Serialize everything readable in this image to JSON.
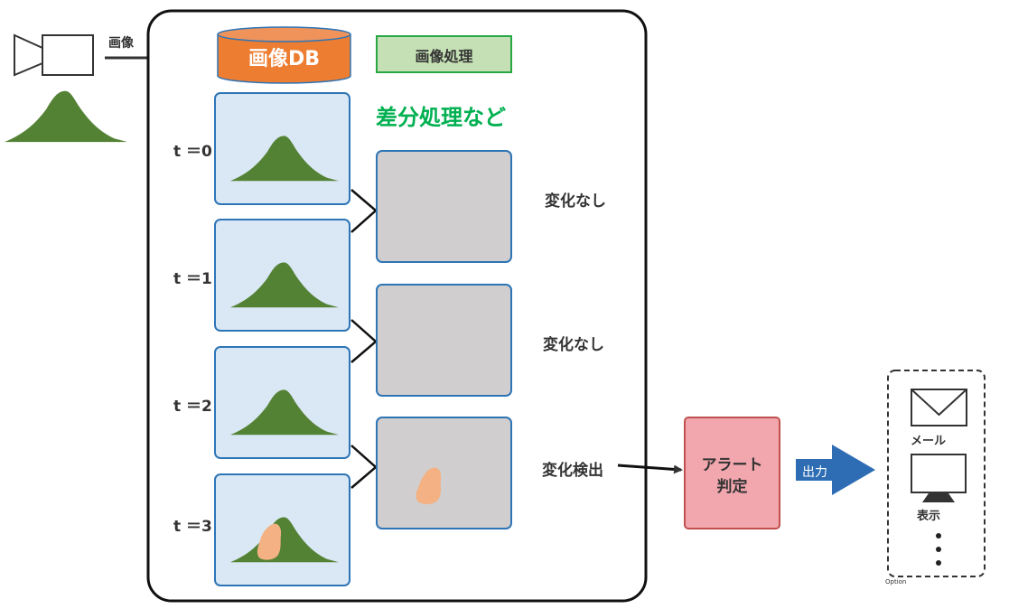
{
  "camera": {
    "arrow_label": "画像"
  },
  "db": {
    "label": "画像DB"
  },
  "processing": {
    "header": "画像処理",
    "subtitle": "差分処理など"
  },
  "frames": [
    {
      "time_label": "t ＝0",
      "has_change": false
    },
    {
      "time_label": "t ＝1",
      "has_change": false
    },
    {
      "time_label": "t ＝2",
      "has_change": false
    },
    {
      "time_label": "t ＝3",
      "has_change": true
    }
  ],
  "diffs": [
    {
      "result": "変化なし",
      "has_change": false
    },
    {
      "result": "変化なし",
      "has_change": false
    },
    {
      "result": "変化検出",
      "has_change": true
    }
  ],
  "alert": {
    "line1": "アラート",
    "line2": "判定"
  },
  "output": {
    "label": "出力"
  },
  "options": {
    "mail": "メール",
    "display": "表示",
    "option_label": "Option"
  },
  "colors": {
    "mountain": "#548235",
    "change_blob": "#f4b183",
    "frame_fill": "#dae8f5",
    "frame_border": "#2e75b6",
    "diff_fill": "#d0cece",
    "db_fill": "#ed7d31",
    "processing_fill": "#c5e0b4",
    "processing_border": "#28a745",
    "subtitle_green": "#00b050",
    "alert_fill": "#f2a7ae",
    "alert_border": "#c0504d",
    "output_arrow": "#2e6db4"
  }
}
